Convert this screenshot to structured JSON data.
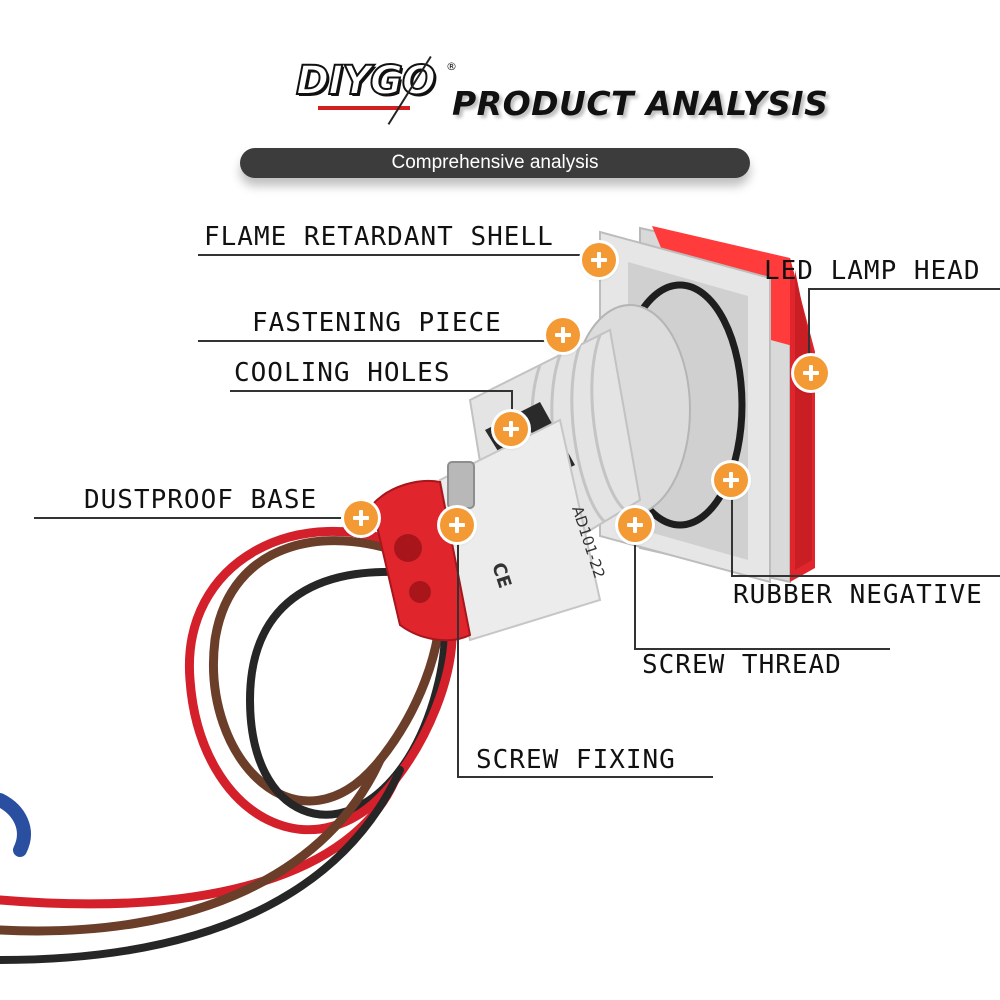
{
  "header": {
    "brand": "DIYGO",
    "brand_mark": "®",
    "title": "PRODUCT ANALYSIS",
    "subtitle": "Comprehensive analysis"
  },
  "callouts": {
    "flame_retardant_shell": "FLAME RETARDANT SHELL",
    "led_lamp_head": "LED LAMP HEAD",
    "fastening_piece": "FASTENING PIECE",
    "cooling_holes": "COOLING HOLES",
    "dustproof_base": "DUSTPROOF BASE",
    "rubber_negative": "RUBBER NEGATIVE",
    "screw_thread": "SCREW THREAD",
    "screw_fixing": "SCREW FIXING"
  },
  "product": {
    "model": "AD101-22",
    "ce_mark": "CE"
  },
  "colors": {
    "marker": "#f39a34",
    "lamp_red": "#e0262c",
    "housing": "#e6e6e6",
    "wire_red": "#d3202a",
    "wire_brown": "#6b3e2a",
    "wire_black": "#262626"
  }
}
